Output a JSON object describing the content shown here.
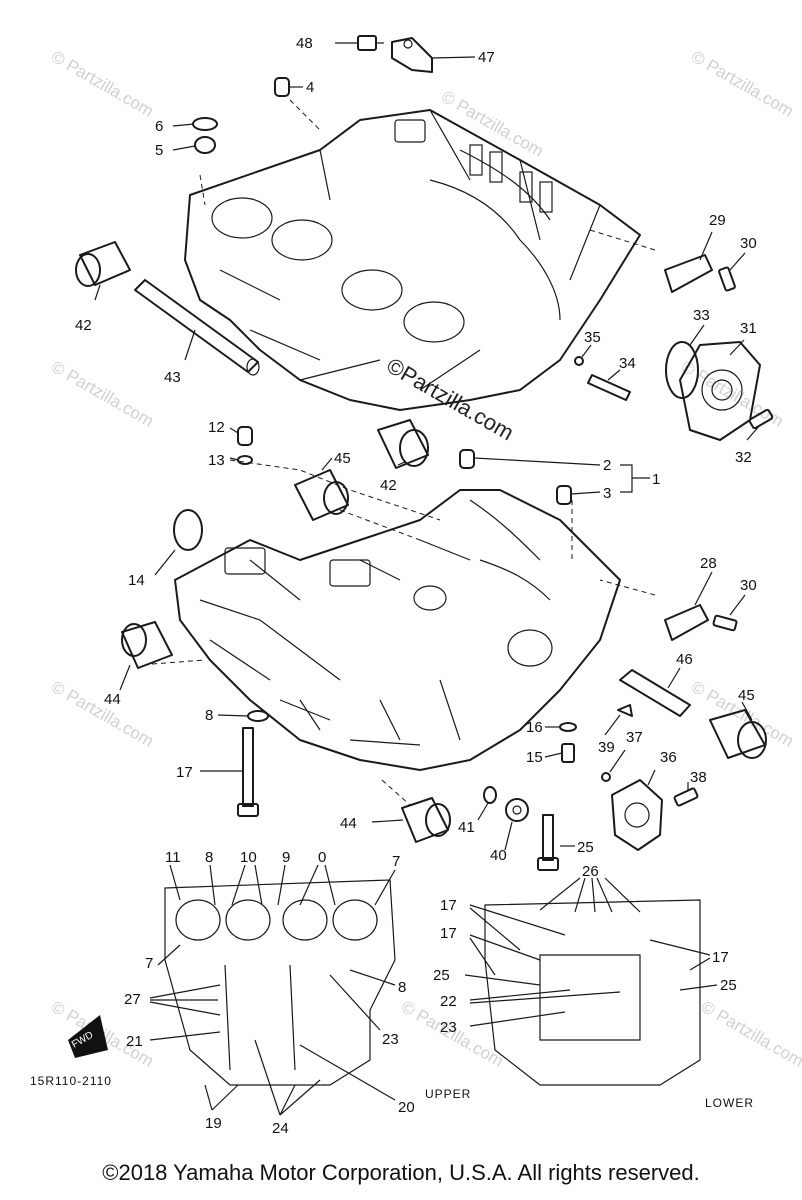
{
  "diagram_code": "15R110-2110",
  "upper_label": "UPPER",
  "lower_label": "LOWER",
  "fwd_label": "FWD",
  "watermark_main": "©Partzilla.com",
  "watermark_tile": "© Partzilla.com",
  "copyright": "©2018 Yamaha Motor Corporation, U.S.A. All rights reserved.",
  "callouts": {
    "c1": "1",
    "c2": "2",
    "c3": "3",
    "c4": "4",
    "c5": "5",
    "c6": "6",
    "c7a": "7",
    "c7b": "7",
    "c8a": "8",
    "c8b": "8",
    "c8c": "8",
    "c9": "9",
    "c10a": "10",
    "c10b": "0",
    "c11": "11",
    "c12": "12",
    "c13": "13",
    "c14": "14",
    "c15": "15",
    "c16": "16",
    "c17a": "17",
    "c17b": "17",
    "c17c": "17",
    "c17d": "17",
    "c19": "19",
    "c20": "20",
    "c21": "21",
    "c22": "22",
    "c23a": "23",
    "c23b": "23",
    "c24": "24",
    "c25a": "25",
    "c25b": "25",
    "c25c": "25",
    "c26": "26",
    "c27": "27",
    "c28": "28",
    "c29": "29",
    "c30a": "30",
    "c30b": "30",
    "c31": "31",
    "c32": "32",
    "c33": "33",
    "c34": "34",
    "c35": "35",
    "c36": "36",
    "c37": "37",
    "c38": "38",
    "c39": "39",
    "c40": "40",
    "c41": "41",
    "c42a": "42",
    "c42b": "42",
    "c43": "43",
    "c44a": "44",
    "c44b": "44",
    "c45a": "45",
    "c45b": "45",
    "c46": "46",
    "c47": "47",
    "c48": "48"
  }
}
